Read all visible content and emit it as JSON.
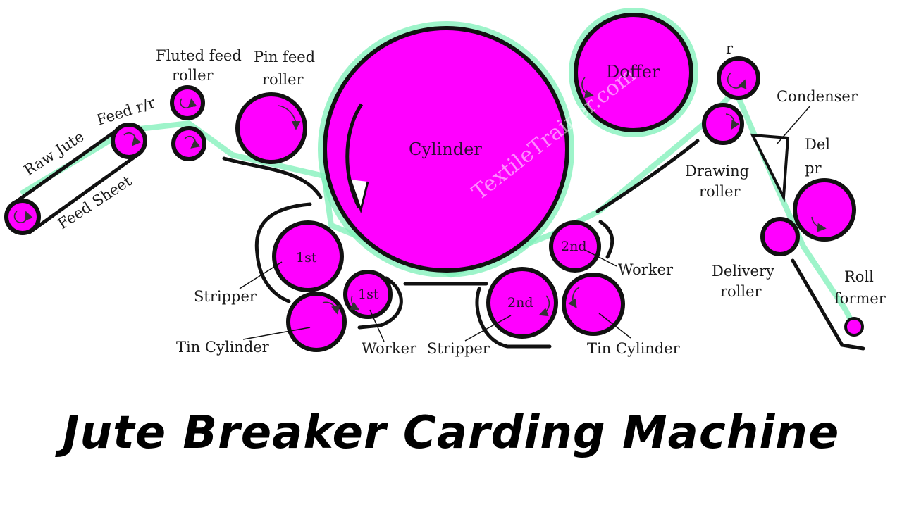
{
  "title": "Jute Breaker Carding Machine",
  "watermark": "TextileTrainer.com",
  "labels": {
    "raw_jute": "Raw Jute",
    "feed_rr": "Feed r/r",
    "feed_sheet": "Feed Sheet",
    "fluted_feed_1": "Fluted feed",
    "fluted_feed_2": "roller",
    "pin_feed_1": "Pin feed",
    "pin_feed_2": "roller",
    "cylinder": "Cylinder",
    "doffer": "Doffer",
    "drawing_roller_1": "Drawing",
    "drawing_roller_2": "roller",
    "condenser": "Condenser",
    "delivery_roller_1": "Delivery",
    "delivery_roller_2": "roller",
    "roll_former_1": "Roll",
    "roll_former_2": "former",
    "stripper_left": "Stripper",
    "tin_cylinder_left": "Tin Cylinder",
    "worker_left": "Worker",
    "stripper_right": "Stripper",
    "tin_cylinder_right": "Tin Cylinder",
    "worker_right": "Worker",
    "first_stripper": "1st",
    "first_worker": "1st",
    "second_stripper": "2nd",
    "second_worker": "2nd",
    "top_right_partial": "r",
    "del_partial_1": "Del",
    "del_partial_2": "pr"
  },
  "colors": {
    "roller_fill": "#ff00ff",
    "outline": "#111111",
    "fibre_halo": "#7df0b8"
  }
}
